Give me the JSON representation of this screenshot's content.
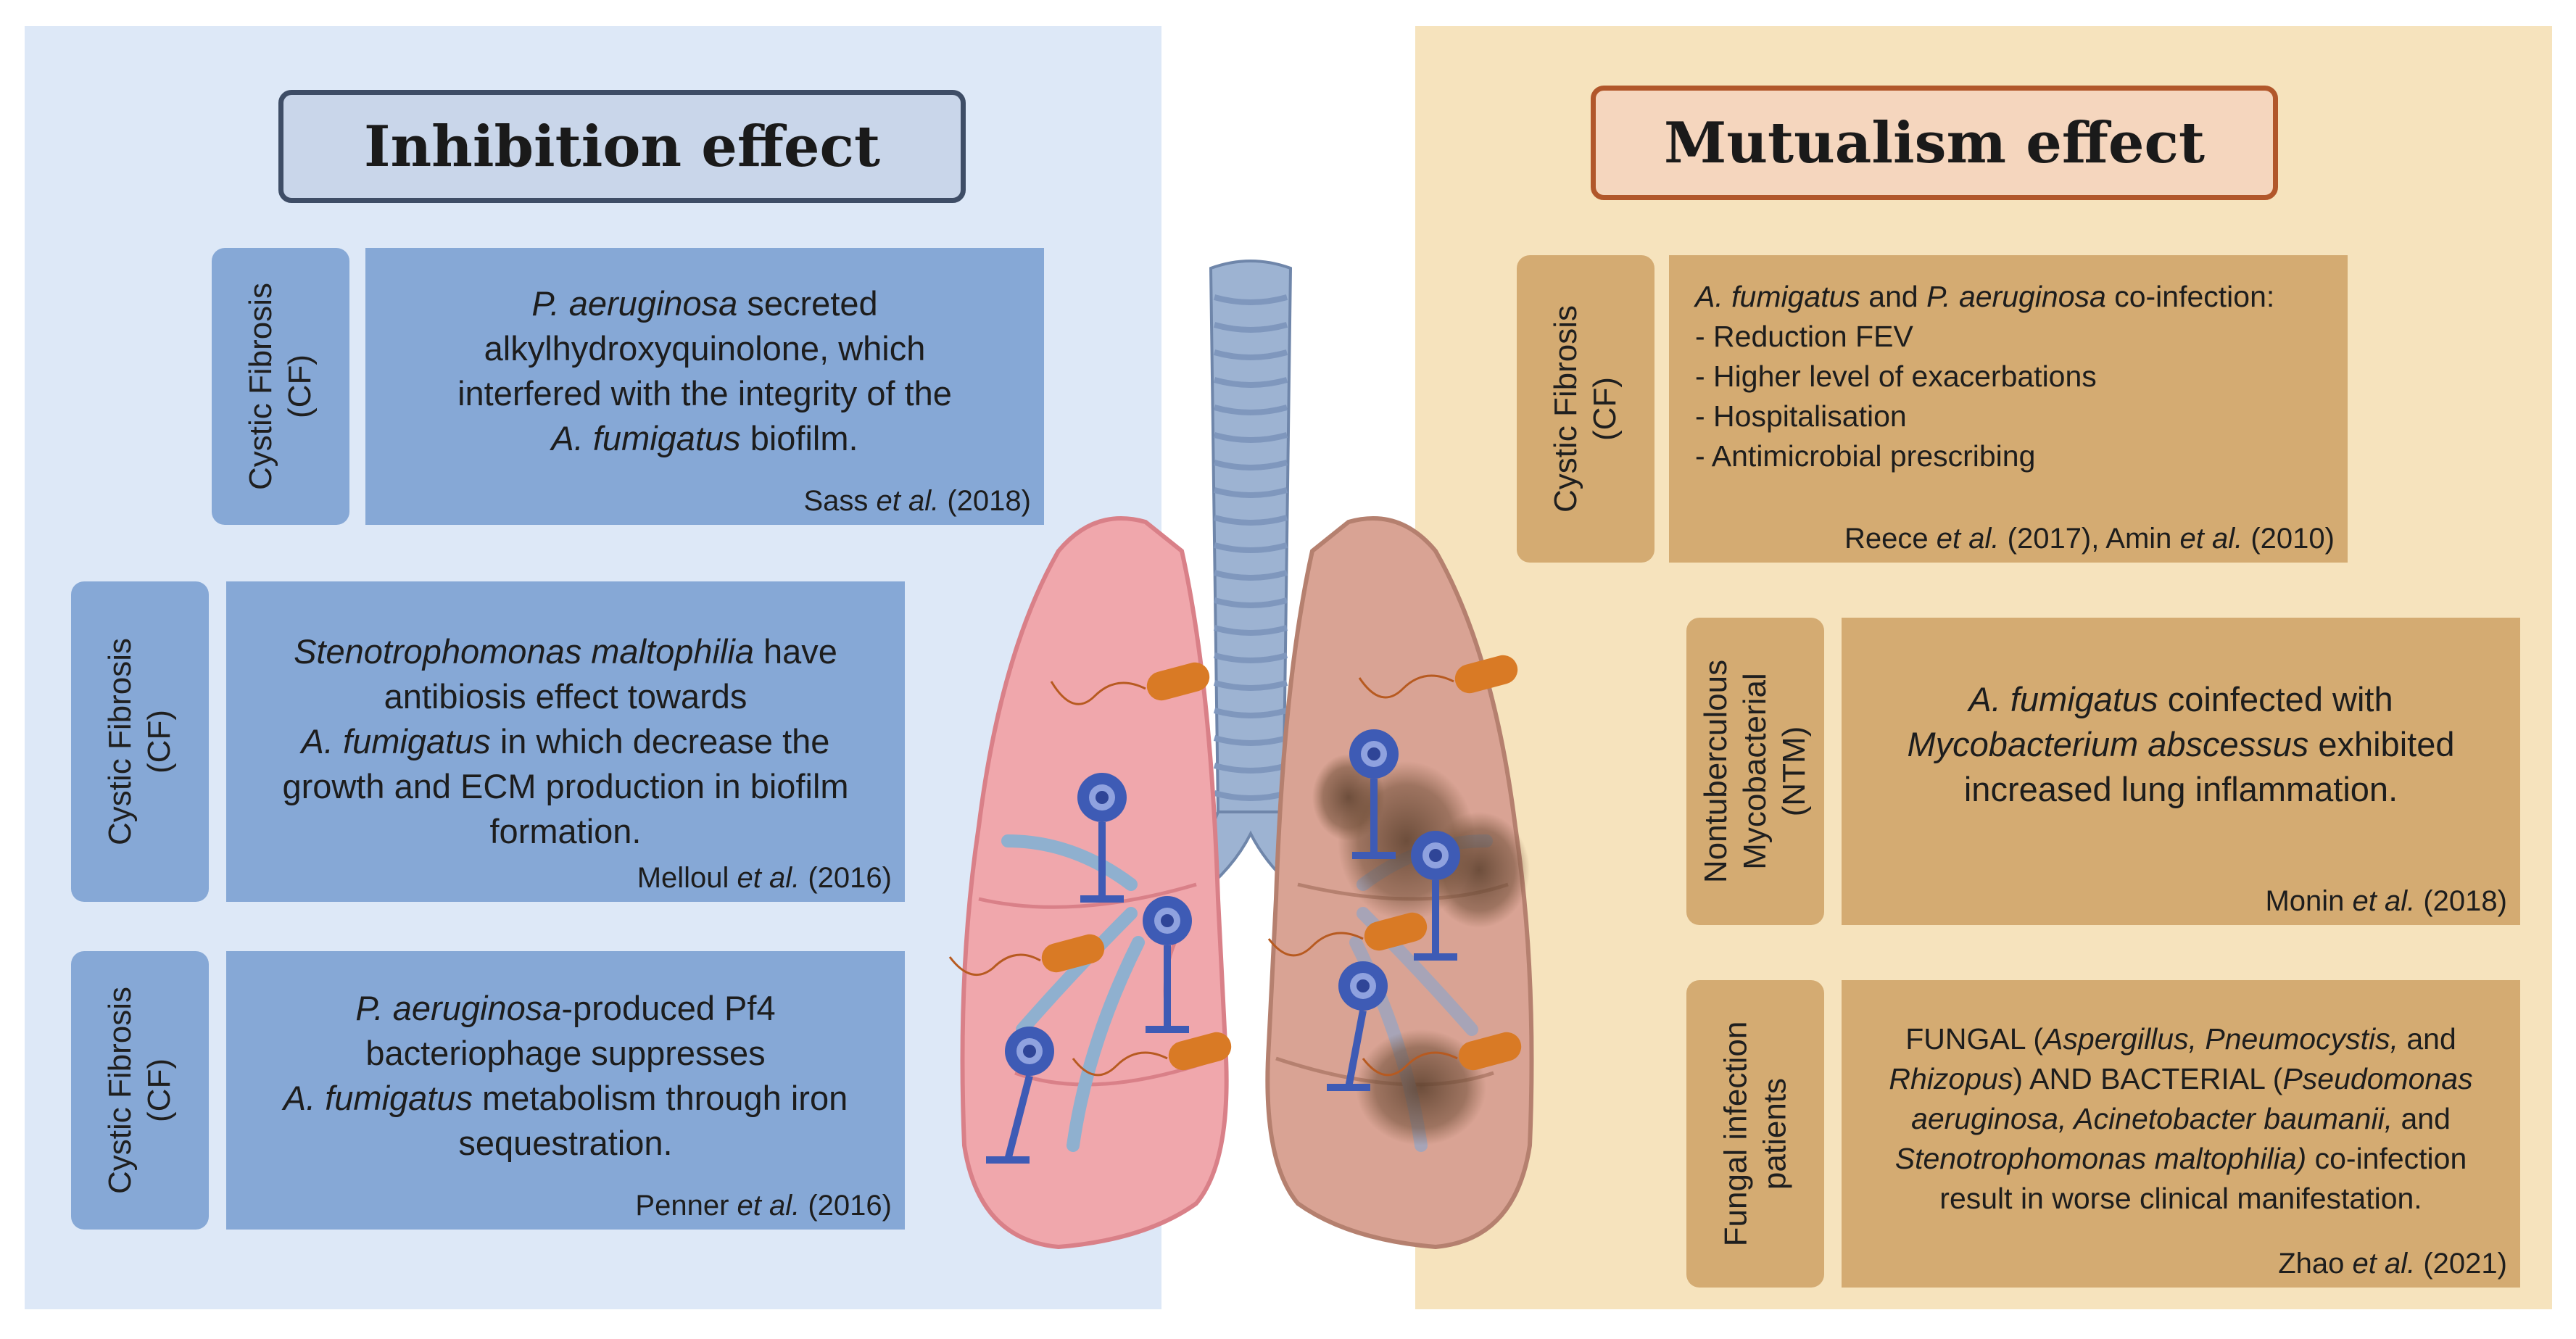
{
  "left_panel": {
    "title": "Inhibition effect",
    "cards": [
      {
        "side": [
          "Cystic Fibrosis",
          "(CF)"
        ],
        "body": [
          [
            {
              "t": "P. aeruginosa",
              "i": true
            },
            {
              "t": " secreted"
            }
          ],
          [
            {
              "t": "alkylhydroxyquinolone, which"
            }
          ],
          [
            {
              "t": "interfered with the integrity of the"
            }
          ],
          [
            {
              "t": "A. fumigatus",
              "i": true
            },
            {
              "t": " biofilm."
            }
          ]
        ],
        "citation": [
          {
            "t": "Sass "
          },
          {
            "t": "et al.",
            "i": true
          },
          {
            "t": " (2018)"
          }
        ]
      },
      {
        "side": [
          "Cystic Fibrosis",
          "(CF)"
        ],
        "body": [
          [
            {
              "t": "Stenotrophomonas maltophilia",
              "i": true
            },
            {
              "t": " have"
            }
          ],
          [
            {
              "t": "antibiosis effect towards"
            }
          ],
          [
            {
              "t": "A. fumigatus",
              "i": true
            },
            {
              "t": " in which decrease the"
            }
          ],
          [
            {
              "t": "growth and ECM production in biofilm"
            }
          ],
          [
            {
              "t": "formation."
            }
          ]
        ],
        "citation": [
          {
            "t": "Melloul "
          },
          {
            "t": "et al.",
            "i": true
          },
          {
            "t": " (2016)"
          }
        ]
      },
      {
        "side": [
          "Cystic Fibrosis",
          "(CF)"
        ],
        "body": [
          [
            {
              "t": "P. aeruginosa",
              "i": true
            },
            {
              "t": "-produced Pf4"
            }
          ],
          [
            {
              "t": "bacteriophage suppresses"
            }
          ],
          [
            {
              "t": "A. fumigatus",
              "i": true
            },
            {
              "t": " metabolism through iron"
            }
          ],
          [
            {
              "t": "sequestration."
            }
          ]
        ],
        "citation": [
          {
            "t": "Penner "
          },
          {
            "t": "et al.",
            "i": true
          },
          {
            "t": " (2016)"
          }
        ]
      }
    ]
  },
  "right_panel": {
    "title": "Mutualism effect",
    "cards": [
      {
        "side": [
          "Cystic Fibrosis",
          "(CF)"
        ],
        "body": [
          [
            {
              "t": "A. fumigatus",
              "i": true
            },
            {
              "t": " and "
            },
            {
              "t": "P. aeruginosa",
              "i": true
            },
            {
              "t": " co-infection:"
            }
          ],
          [
            {
              "t": "- Reduction FEV"
            }
          ],
          [
            {
              "t": "- Higher level of exacerbations"
            }
          ],
          [
            {
              "t": "- Hospitalisation"
            }
          ],
          [
            {
              "t": "- Antimicrobial prescribing"
            }
          ]
        ],
        "citation": [
          {
            "t": "Reece "
          },
          {
            "t": "et al.",
            "i": true
          },
          {
            "t": " (2017), Amin "
          },
          {
            "t": "et al.",
            "i": true
          },
          {
            "t": " (2010)"
          }
        ]
      },
      {
        "side": [
          "Nontuberculous",
          "Mycobacterial",
          "(NTM)"
        ],
        "body": [
          [
            {
              "t": "A. fumigatus",
              "i": true
            },
            {
              "t": " coinfected with"
            }
          ],
          [
            {
              "t": "Mycobacterium abscessus",
              "i": true
            },
            {
              "t": " exhibited"
            }
          ],
          [
            {
              "t": "increased lung inflammation."
            }
          ]
        ],
        "citation": [
          {
            "t": "Monin "
          },
          {
            "t": "et al.",
            "i": true
          },
          {
            "t": " (2018)"
          }
        ]
      },
      {
        "side": [
          "Fungal infection",
          "patients"
        ],
        "body": [
          [
            {
              "t": "FUNGAL ("
            },
            {
              "t": "Aspergillus, Pneumocystis,",
              "i": true
            },
            {
              "t": " and"
            }
          ],
          [
            {
              "t": "Rhizopus",
              "i": true
            },
            {
              "t": ") AND BACTERIAL ("
            },
            {
              "t": "Pseudomonas",
              "i": true
            }
          ],
          [
            {
              "t": "aeruginosa, Acinetobacter baumanii,",
              "i": true
            },
            {
              "t": " and"
            }
          ],
          [
            {
              "t": "Stenotrophomonas maltophilia)",
              "i": true
            },
            {
              "t": " co-infection"
            }
          ],
          [
            {
              "t": "result in worse clinical manifestation."
            }
          ]
        ],
        "citation": [
          {
            "t": "Zhao "
          },
          {
            "t": "et al.",
            "i": true
          },
          {
            "t": " (2021)"
          }
        ]
      }
    ]
  },
  "colors": {
    "left_bg": "#dde8f7",
    "right_bg": "#f6e3bd",
    "blue_box": "#86a8d6",
    "tan_box": "#d4ab72",
    "healthy_lung": "#f0a7ac",
    "infected_lung": "#d9a394",
    "trachea": "#9db3d2",
    "fungus": "#3e5bb5",
    "bacteria": "#d97a25"
  }
}
